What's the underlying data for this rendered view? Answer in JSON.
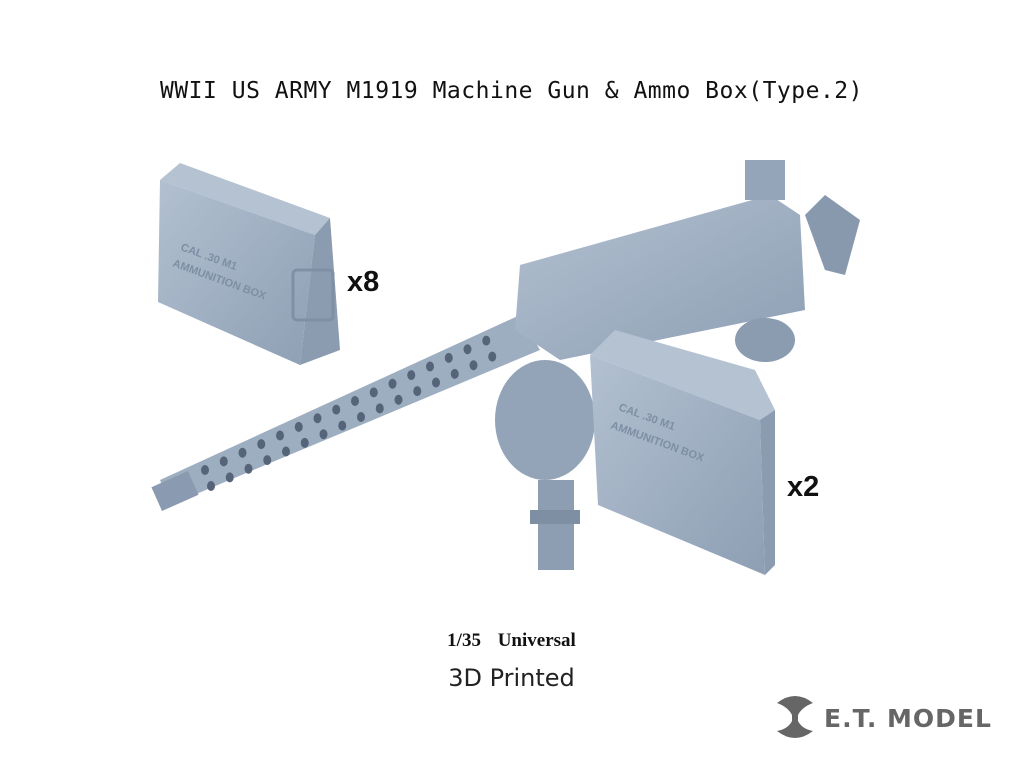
{
  "title": "WWII US ARMY M1919 Machine Gun & Ammo Box(Type.2)",
  "parts": [
    {
      "name": "ammo-box",
      "quantity": "x8"
    },
    {
      "name": "machine-gun-with-ammo-box",
      "quantity": "x2"
    }
  ],
  "ammo_box_marking": {
    "line1": "CAL .30 M1",
    "line2": "AMMUNITION BOX"
  },
  "scale": "1/35  Universal",
  "process": "3D Printed",
  "brand": "E.T. MODEL",
  "colors": {
    "model": "#9aaabd",
    "text": "#111111",
    "logo": "#666666"
  }
}
